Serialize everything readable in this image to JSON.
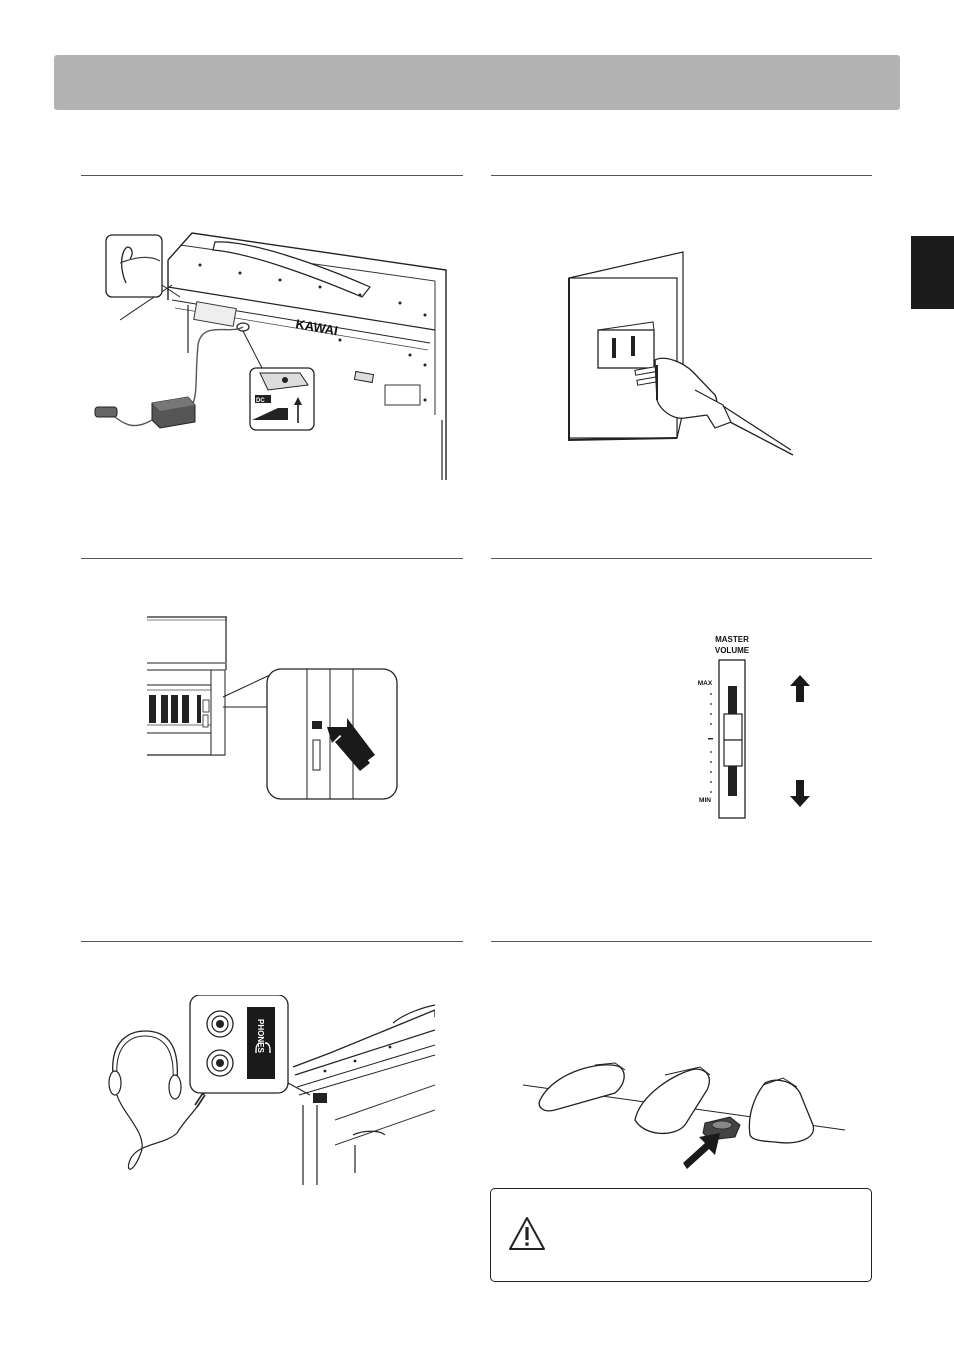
{
  "header": {
    "title": ""
  },
  "side_tab": {
    "label": ""
  },
  "panels": {
    "adaptor": {
      "logo_text": "KAWAI"
    },
    "outlet": {},
    "power": {},
    "volume": {
      "label_line1": "MASTER",
      "label_line2": "VOLUME",
      "max_label": "MAX",
      "min_label": "MIN"
    },
    "phones": {
      "jack_label": "PHONES"
    },
    "pedal": {}
  },
  "caution": {
    "icon": "warning-triangle-icon"
  },
  "colors": {
    "header_bar": "#b3b3b3",
    "side_tab": "#1c1c1c",
    "ink": "#1a1a1a"
  }
}
